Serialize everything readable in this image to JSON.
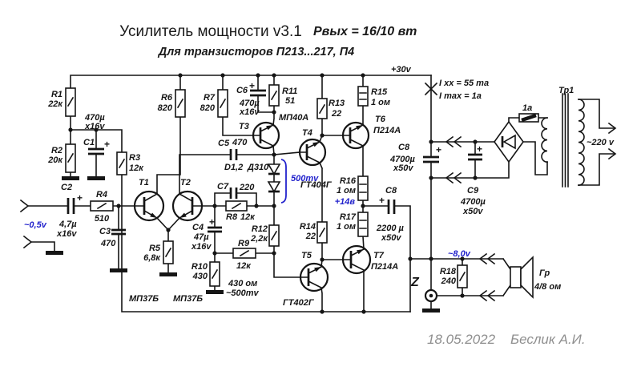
{
  "header": {
    "title": "Усилитель мощности  v3.1",
    "power": "Рвых = 16/10 вт",
    "subtitle": "Для транзисторов  П213...217, П4"
  },
  "ann": {
    "supply": "+30v",
    "ixx": "I xx = 55 ma",
    "imax": "I max = 1a",
    "input_level": "~0,5v",
    "diode_mv": "500mv",
    "mid_v": "+14в",
    "out_v": "~8,0v",
    "note1": "430 ом",
    "note2": "~500mv",
    "z": "Z",
    "mains": "~220 v",
    "date": "18.05.2022",
    "author": "Беслик А.И."
  },
  "sym": {
    "plus": "+"
  },
  "comp": {
    "r1": {
      "name": "R1",
      "value": "22к"
    },
    "r2": {
      "name": "R2",
      "value": "20к"
    },
    "r3": {
      "name": "R3",
      "value": "12к"
    },
    "r4": {
      "name": "R4",
      "value": "510"
    },
    "r5": {
      "name": "R5",
      "value": "6,8к"
    },
    "r6": {
      "name": "R6",
      "value": "820"
    },
    "r7": {
      "name": "R7",
      "value": "820"
    },
    "r8": {
      "name": "R8",
      "value": "12к"
    },
    "r9": {
      "name": "R9",
      "value": "12к"
    },
    "r10": {
      "name": "R10",
      "value": "430"
    },
    "r11": {
      "name": "R11",
      "value": "51"
    },
    "r12": {
      "name": "R12",
      "value": "2,2к"
    },
    "r13": {
      "name": "R13",
      "value": "22"
    },
    "r14": {
      "name": "R14",
      "value": "22"
    },
    "r15": {
      "name": "R15",
      "value": "1 ом"
    },
    "r16": {
      "name": "R16",
      "value": "1 ом"
    },
    "r17": {
      "name": "R17",
      "value": "1 ом"
    },
    "r18": {
      "name": "R18",
      "value": "240"
    },
    "c1": {
      "name": "C1",
      "value": "470µ",
      "volt": "x16v"
    },
    "c2": {
      "name": "C2",
      "value": "4,7µ",
      "volt": "x16v"
    },
    "c3": {
      "name": "C3",
      "value": "470"
    },
    "c4": {
      "name": "C4",
      "value": "47µ",
      "volt": "x16v"
    },
    "c5": {
      "name": "C5",
      "value": "470"
    },
    "c6": {
      "name": "C6",
      "value": "470µ",
      "volt": "x16v"
    },
    "c7": {
      "name": "C7",
      "value": "220"
    },
    "c8f": {
      "name": "C8",
      "value": "4700µ",
      "volt": "x50v"
    },
    "c8o": {
      "name": "C8",
      "value": "2200 µ",
      "volt": "x50v"
    },
    "c9": {
      "name": "C9",
      "value": "4700µ",
      "volt": "x50v"
    },
    "t1": {
      "name": "T1",
      "type": "МП37Б"
    },
    "t2": {
      "name": "T2",
      "type": "МП37Б"
    },
    "t3": {
      "name": "T3",
      "type": "МП40А"
    },
    "t4": {
      "name": "T4",
      "type": "ГТ404Г"
    },
    "t5": {
      "name": "T5",
      "type": "ГТ402Г"
    },
    "t6": {
      "name": "T6",
      "type": "П214А"
    },
    "t7": {
      "name": "T7",
      "type": "П214А"
    },
    "d12": {
      "name": "D1,2",
      "type": "Д310"
    },
    "fuse": {
      "value": "1a"
    },
    "tr": {
      "name": "Тр1"
    },
    "spk": {
      "name": "Гр",
      "value": "4/8 ом"
    }
  },
  "colors": {
    "ink": "#151515",
    "annotation_blue": "#2222cc",
    "date_gray": "#8f8f8f"
  }
}
